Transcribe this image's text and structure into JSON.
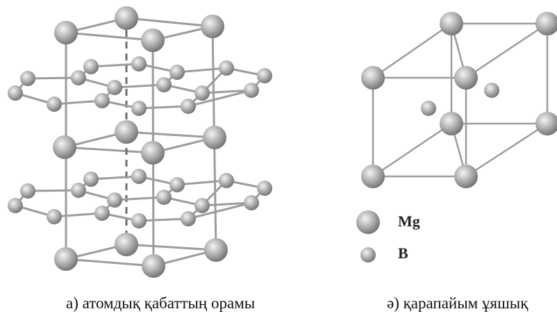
{
  "captions": {
    "left": "а) атомдық қабаттың орамы",
    "right": "ә) қарапайым ұяшық"
  },
  "legend": [
    {
      "label": "Mg",
      "atom": "Mg"
    },
    {
      "label": "B",
      "atom": "B"
    }
  ],
  "colors": {
    "bond": "#9c9c9c",
    "bond_dark": "#6f6f6f",
    "atom_light": "#f4f4f4",
    "atom_mid": "#b9b9b9",
    "atom_dark": "#6d6d6d",
    "caption_text": "#111111"
  }
}
